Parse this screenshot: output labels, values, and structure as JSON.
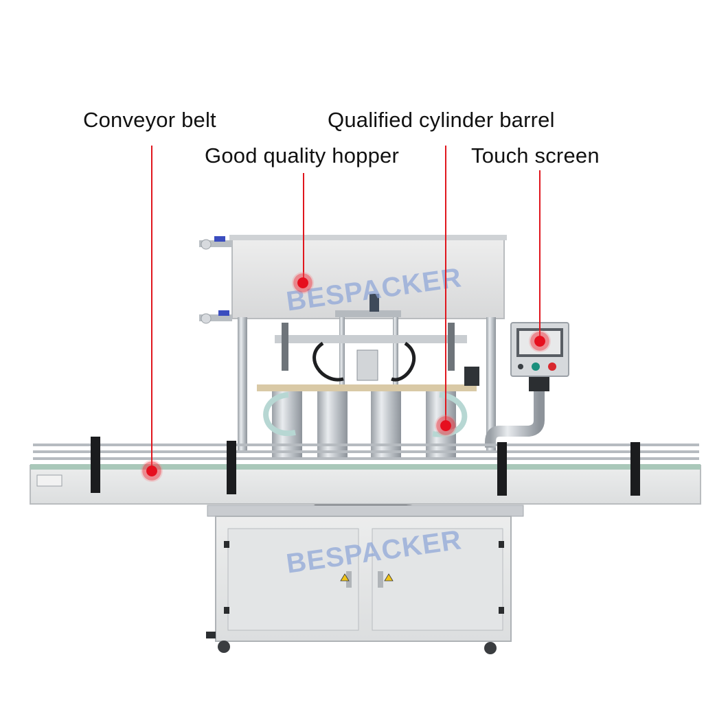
{
  "colors": {
    "accent": "#e0161d",
    "steel": "#c8ccd1",
    "watermark": "#8ea6d8"
  },
  "callouts": {
    "conveyor_belt": "Conveyor belt",
    "good_quality_hopper": "Good quality hopper",
    "qualified_cylinder_barrel": "Qualified cylinder barrel",
    "touch_screen": "Touch screen"
  },
  "watermark": {
    "top": "BESPACKER",
    "bottom": "BESPACKER"
  }
}
